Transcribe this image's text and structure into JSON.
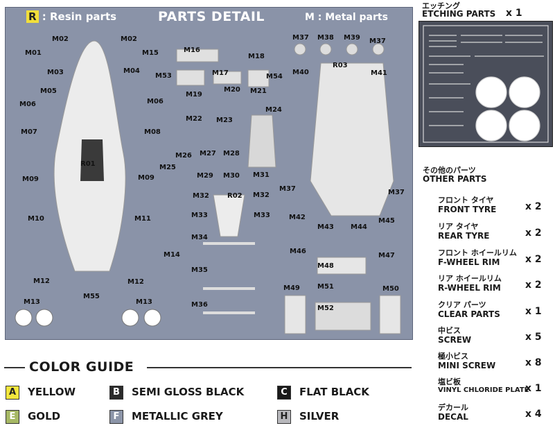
{
  "panel": {
    "resin_prefix": "R",
    "resin_text": " : Resin parts",
    "title": "PARTS DETAIL",
    "metal_text": "M : Metal parts"
  },
  "parts": [
    "M01",
    "M02",
    "M02",
    "M03",
    "M04",
    "M05",
    "M06",
    "M06",
    "M07",
    "M08",
    "M09",
    "M09",
    "M10",
    "M11",
    "M12",
    "M12",
    "M13",
    "M13",
    "M55",
    "M15",
    "M16",
    "M17",
    "M18",
    "M19",
    "M20",
    "M21",
    "M22",
    "M23",
    "M24",
    "M25",
    "M26",
    "M27",
    "M28",
    "M29",
    "M30",
    "M31",
    "M32",
    "M32",
    "M33",
    "M33",
    "M34",
    "M35",
    "M36",
    "M14",
    "M37",
    "M38",
    "M39",
    "M37",
    "M40",
    "M41",
    "M37",
    "M37",
    "M42",
    "M43",
    "M44",
    "M45",
    "M46",
    "M47",
    "M48",
    "M49",
    "M50",
    "M51",
    "M52",
    "M53",
    "M54",
    "R01",
    "R02",
    "R03"
  ],
  "etching": {
    "title_jp": "エッチング",
    "title": "ETCHING PARTS",
    "count": "x 1"
  },
  "other_parts": {
    "title_jp": "その他のパーツ",
    "title": "OTHER PARTS",
    "items": [
      {
        "jp": "フロント タイヤ",
        "en": "FRONT TYRE",
        "qty": "x 2"
      },
      {
        "jp": "リア タイヤ",
        "en": "REAR TYRE",
        "qty": "x 2"
      },
      {
        "jp": "フロント ホイールリム",
        "en": "F-WHEEL RIM",
        "qty": "x 2"
      },
      {
        "jp": "リア ホイールリム",
        "en": "R-WHEEL RIM",
        "qty": "x 2"
      },
      {
        "jp": "クリア パーツ",
        "en": "CLEAR PARTS",
        "qty": "x 1"
      },
      {
        "jp": "中ビス",
        "en": "SCREW",
        "qty": "x 5"
      },
      {
        "jp": "極小ビス",
        "en": "MINI SCREW",
        "qty": "x 8"
      },
      {
        "jp": "塩ビ板",
        "en": "VINYL CHLORIDE PLATE",
        "qty": "x 1"
      },
      {
        "jp": "デカール",
        "en": "DECAL",
        "qty": "x 4"
      }
    ]
  },
  "color_guide": {
    "title": "COLOR GUIDE",
    "colors": [
      {
        "code": "A",
        "name": "YELLOW",
        "swatch": "#f2e63c",
        "text": "#222222"
      },
      {
        "code": "B",
        "name": "SEMI GLOSS BLACK",
        "swatch": "#2b2b2b",
        "text": "#ffffff"
      },
      {
        "code": "C",
        "name": "FLAT BLACK",
        "swatch": "#1a1a1a",
        "text": "#ffffff"
      },
      {
        "code": "E",
        "name": "GOLD",
        "swatch": "#a6b864",
        "text": "#ffffff"
      },
      {
        "code": "F",
        "name": "METALLIC GREY",
        "swatch": "#8c95a8",
        "text": "#ffffff"
      },
      {
        "code": "H",
        "name": "SILVER",
        "swatch": "#b8b8bc",
        "text": "#222222"
      }
    ]
  }
}
